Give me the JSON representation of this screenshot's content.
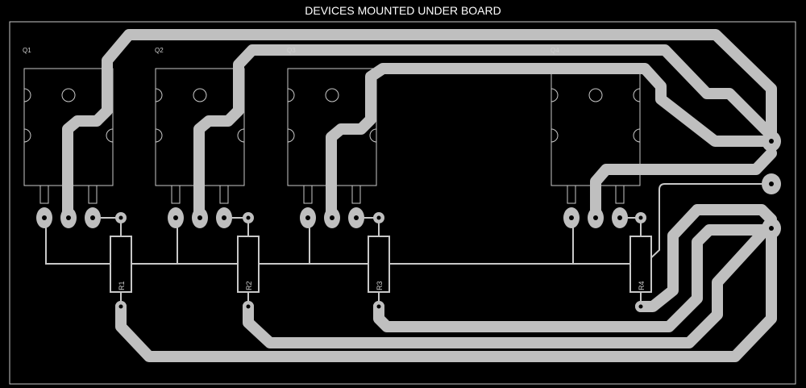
{
  "title": "DEVICES MOUNTED UNDER BOARD",
  "colors": {
    "background": "#000000",
    "trace": "#bfbfbf",
    "outline": "#c8c8c8",
    "text": "#ffffff"
  },
  "transistors": [
    {
      "label": "Q1"
    },
    {
      "label": "Q2"
    },
    {
      "label": "Q3"
    },
    {
      "label": "Q4"
    }
  ],
  "resistors": [
    {
      "label": "R1"
    },
    {
      "label": "R2"
    },
    {
      "label": "R3"
    },
    {
      "label": "R4"
    }
  ]
}
